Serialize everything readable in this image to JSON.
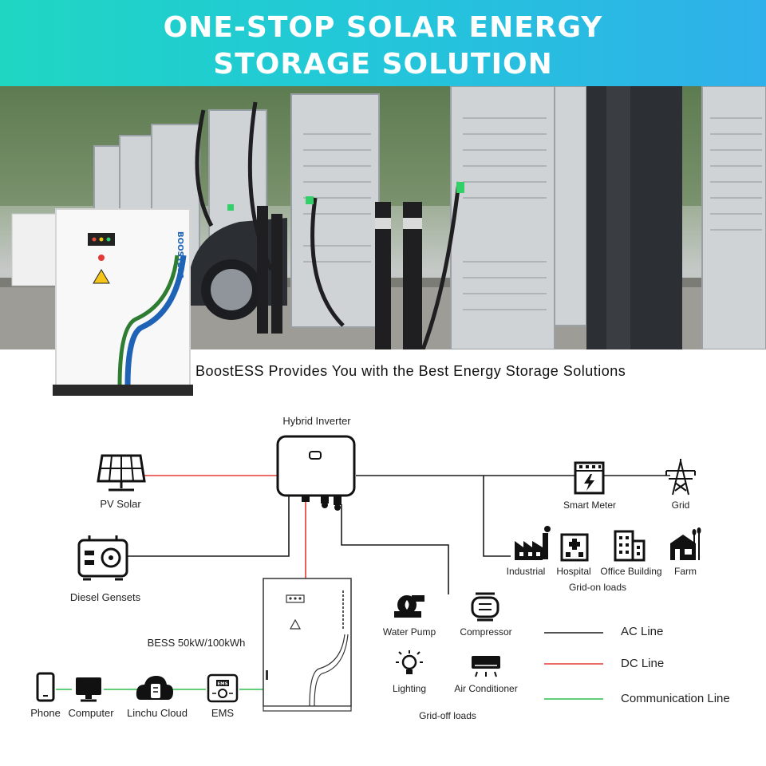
{
  "banner": {
    "title_line1": "ONE-STOP SOLAR ENERGY",
    "title_line2": "STORAGE SOLUTION"
  },
  "product": {
    "brand": "BOOSTESS"
  },
  "tagline": "BoostESS Provides You with the Best Energy Storage Solutions",
  "diagram": {
    "hybrid_inverter": "Hybrid Inverter",
    "pv_solar": "PV Solar",
    "diesel_gensets": "Diesel Gensets",
    "bess": "BESS 50kW/100kWh",
    "smart_meter": "Smart Meter",
    "grid": "Grid",
    "grid_on_loads": {
      "title": "Grid-on loads",
      "items": [
        "Industrial",
        "Hospital",
        "Office Building",
        "Farm"
      ]
    },
    "grid_off_loads": {
      "title": "Grid-off loads",
      "items": [
        "Water Pump",
        "Compressor",
        "Lighting",
        "Air Conditioner"
      ]
    },
    "comm_chain": [
      "Phone",
      "Computer",
      "Linchu Cloud",
      "EMS"
    ],
    "ems_icon_text": "EMS"
  },
  "legend": [
    {
      "label": "AC Line",
      "color": "#1a1a1a"
    },
    {
      "label": "DC Line",
      "color": "#e53935"
    },
    {
      "label": "Communication Line",
      "color": "#2ebd4e"
    }
  ]
}
